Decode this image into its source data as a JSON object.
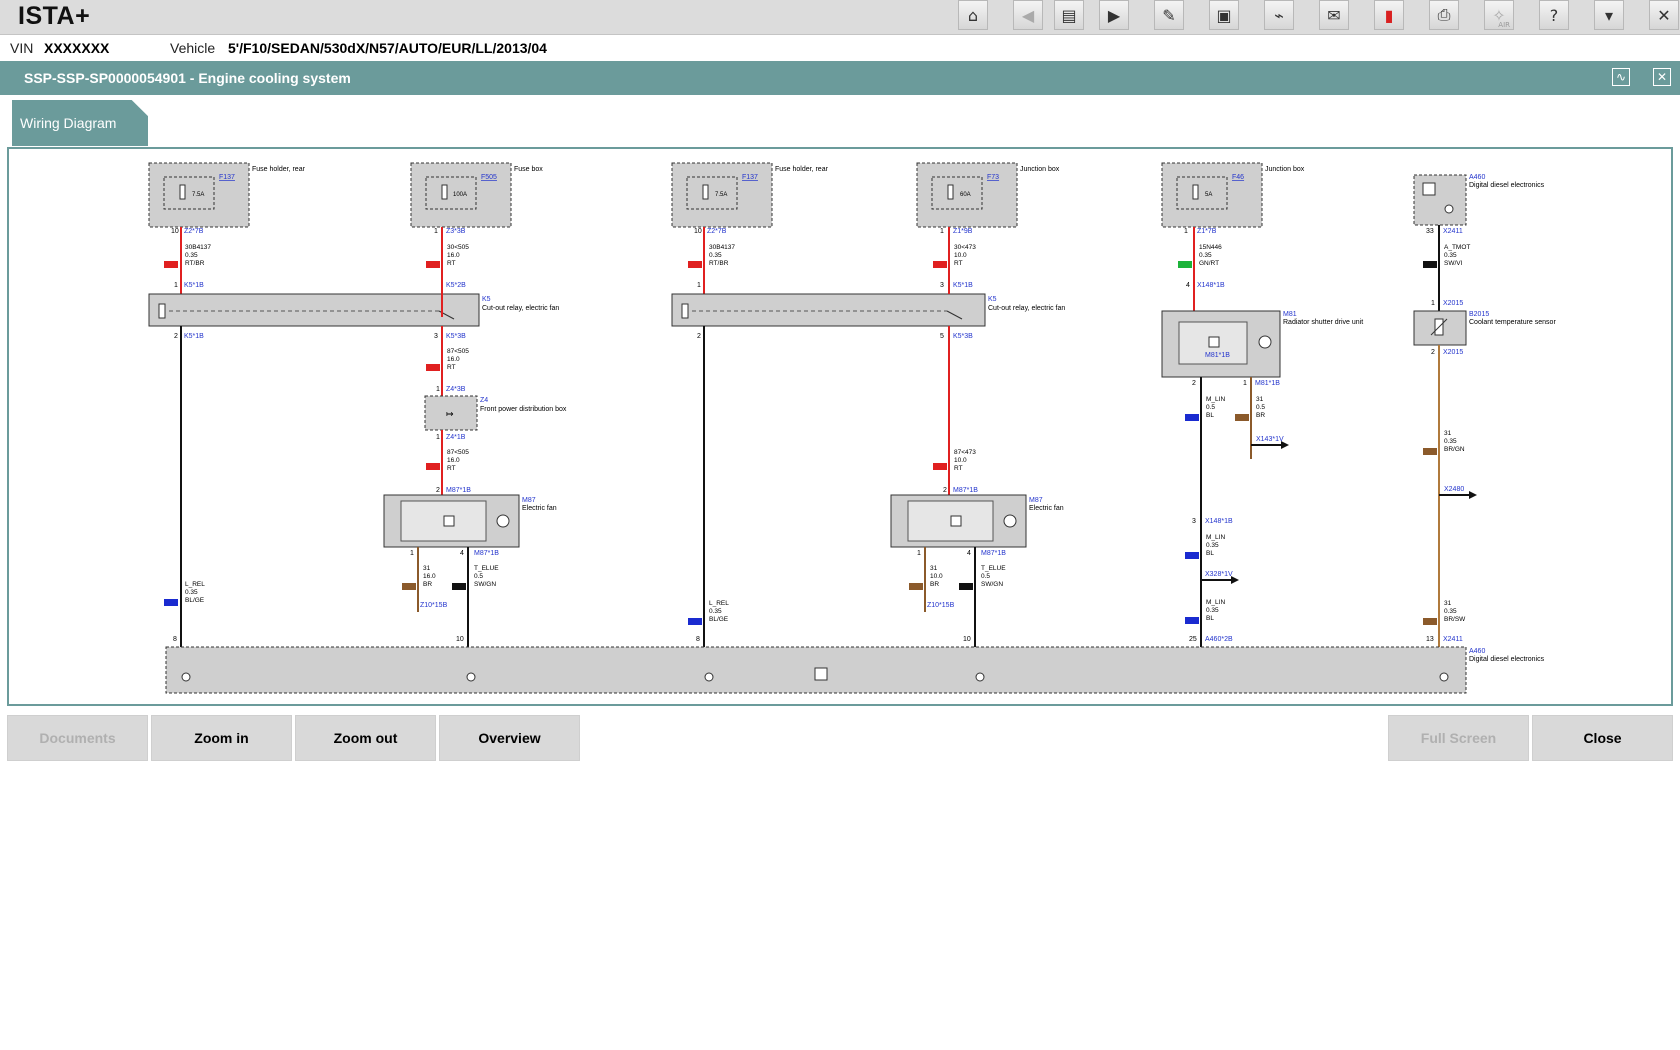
{
  "app": {
    "title": "ISTA+"
  },
  "toolbar": {
    "buttons": [
      {
        "name": "home-button",
        "glyph": "⌂"
      },
      {
        "name": "back-button",
        "glyph": "◀"
      },
      {
        "name": "documents-toolbar-button",
        "glyph": "▤"
      },
      {
        "name": "forward-button",
        "glyph": "▶"
      },
      {
        "name": "service-functions-button",
        "glyph": "✎"
      },
      {
        "name": "comparison-button",
        "glyph": "▣"
      },
      {
        "name": "measurement-button",
        "glyph": "⌁"
      },
      {
        "name": "messages-button",
        "glyph": "✉"
      },
      {
        "name": "battery-button",
        "glyph": "▮"
      },
      {
        "name": "print-button",
        "glyph": "⎙"
      },
      {
        "name": "air-button",
        "glyph": "✧",
        "sub": "AIR"
      },
      {
        "name": "help-button",
        "glyph": "?"
      },
      {
        "name": "menu-button",
        "glyph": "▾"
      },
      {
        "name": "close-app-button",
        "glyph": "✕"
      }
    ]
  },
  "vehicle": {
    "vin_label": "VIN",
    "vin_value": "XXXXXXX",
    "vehicle_label": "Vehicle",
    "vehicle_value": "5'/F10/SEDAN/530dX/N57/AUTO/EUR/LL/2013/04"
  },
  "document": {
    "title": "SSP-SSP-SP0000054901  -  Engine cooling system"
  },
  "tabs": {
    "wiring": "Wiring Diagram"
  },
  "diagram": {
    "labels": {
      "fuse_holder_rear": "Fuse holder, rear",
      "fuse_box": "Fuse box",
      "junction_box": "Junction box",
      "dde": "Digital diesel electronics",
      "relay": "Cut-out relay, electric fan",
      "front_power": "Front power distribution box",
      "electric_fan": "Electric fan",
      "shutter": "Radiator shutter drive unit",
      "coolant_sensor": "Coolant temperature sensor"
    },
    "components": {
      "f137": "F137",
      "f505": "F505",
      "f73": "F73",
      "f46": "F46",
      "a460": "A460",
      "k5": "K5",
      "z4": "Z4",
      "m87": "M87",
      "m81": "M81",
      "b2015": "B2015"
    },
    "fuses": {
      "a75": "7.5A",
      "a100": "100A",
      "a60": "60A",
      "a5": "5A"
    },
    "connectors": {
      "z2_7b": "Z2*7B",
      "z3_3b": "Z3*3B",
      "z1_9b": "Z1*9B",
      "z1_7b": "Z1*7B",
      "x2411": "X2411",
      "k5_1b": "K5*1B",
      "k5_2b": "K5*2B",
      "k5_3b": "K5*3B",
      "z4_3b": "Z4*3B",
      "z4_1b": "Z4*1B",
      "m87_1b": "M87*1B",
      "m81_1b": "M81*1B",
      "x148_1b": "X148*1B",
      "x2015": "X2015",
      "x143_1v": "X143*1V",
      "x2480": "X2480",
      "x328_1v": "X328*1V",
      "z10_15b": "Z10*15B",
      "a460_2b": "A460*2B"
    },
    "wires": {
      "w30b4137": "30B4137",
      "w30_505": "30<505",
      "w30_473": "30<473",
      "w15n446": "15N446",
      "a_tmot": "A_TMOT",
      "w87_505": "87<505",
      "w87_473": "87<473",
      "w31": "31",
      "t_elue": "T_ELUE",
      "l_rel": "L_REL",
      "m_lin": "M_LIN",
      "s035": "0.35",
      "s05": "0.5",
      "s16": "16.0",
      "s10": "10.0",
      "rt_br": "RT/BR",
      "rt": "RT",
      "gn_rt": "GN/RT",
      "sw_vi": "SW/VI",
      "br": "BR",
      "sw_gn": "SW/GN",
      "bl_ge": "BL/GE",
      "bl": "BL",
      "br_gn": "BR/GN",
      "br_sw": "BR/SW"
    },
    "pins": {
      "p1": "1",
      "p2": "2",
      "p3": "3",
      "p4": "4",
      "p8": "8",
      "p10": "10",
      "p13": "13",
      "p25": "25",
      "p33": "33"
    }
  },
  "footer": {
    "documents": "Documents",
    "zoom_in": "Zoom in",
    "zoom_out": "Zoom out",
    "overview": "Overview",
    "full_screen": "Full Screen",
    "close": "Close"
  }
}
